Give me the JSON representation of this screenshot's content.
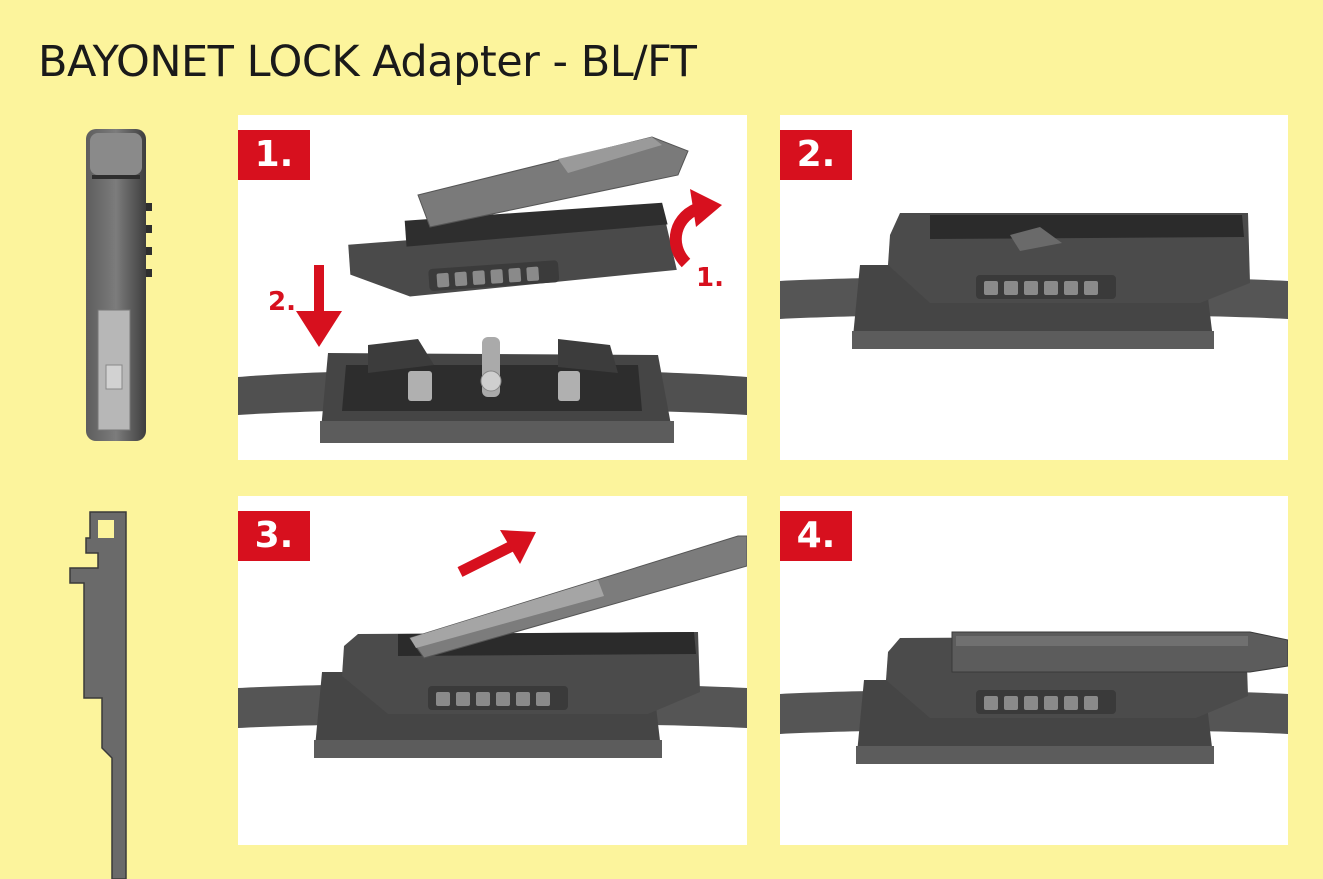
{
  "title": "BAYONET LOCK Adapter - BL/FT",
  "steps": [
    {
      "number": "1.",
      "annotations": {
        "lift": "1.",
        "press": "2."
      }
    },
    {
      "number": "2."
    },
    {
      "number": "3."
    },
    {
      "number": "4."
    }
  ],
  "colors": {
    "background": "#FCF49C",
    "accent": "#D7101E",
    "plastic": "#4a4a4a",
    "metal": "#9a9a9a"
  },
  "icons": [
    "arrow-up-curved-icon",
    "arrow-down-icon",
    "arrow-diagonal-icon"
  ]
}
